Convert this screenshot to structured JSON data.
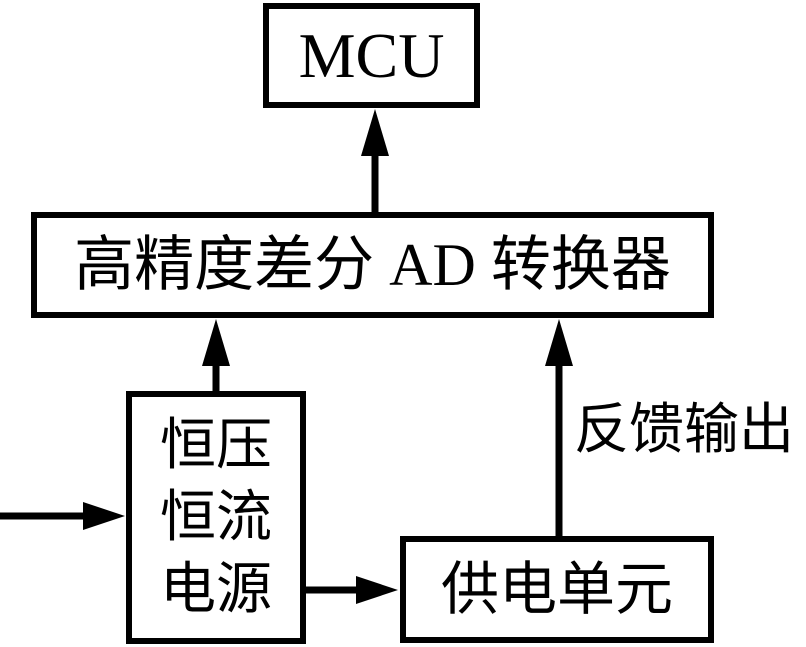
{
  "diagram": {
    "background": "#ffffff",
    "stroke_color": "#000000",
    "nodes": {
      "mcu": {
        "label": "MCU"
      },
      "adc": {
        "label": "高精度差分 AD 转换器"
      },
      "power_source": {
        "label": "恒压\n恒流\n电源"
      },
      "supply_unit": {
        "label": "供电单元"
      }
    },
    "labels": {
      "feedback_output": "反馈输出"
    }
  }
}
